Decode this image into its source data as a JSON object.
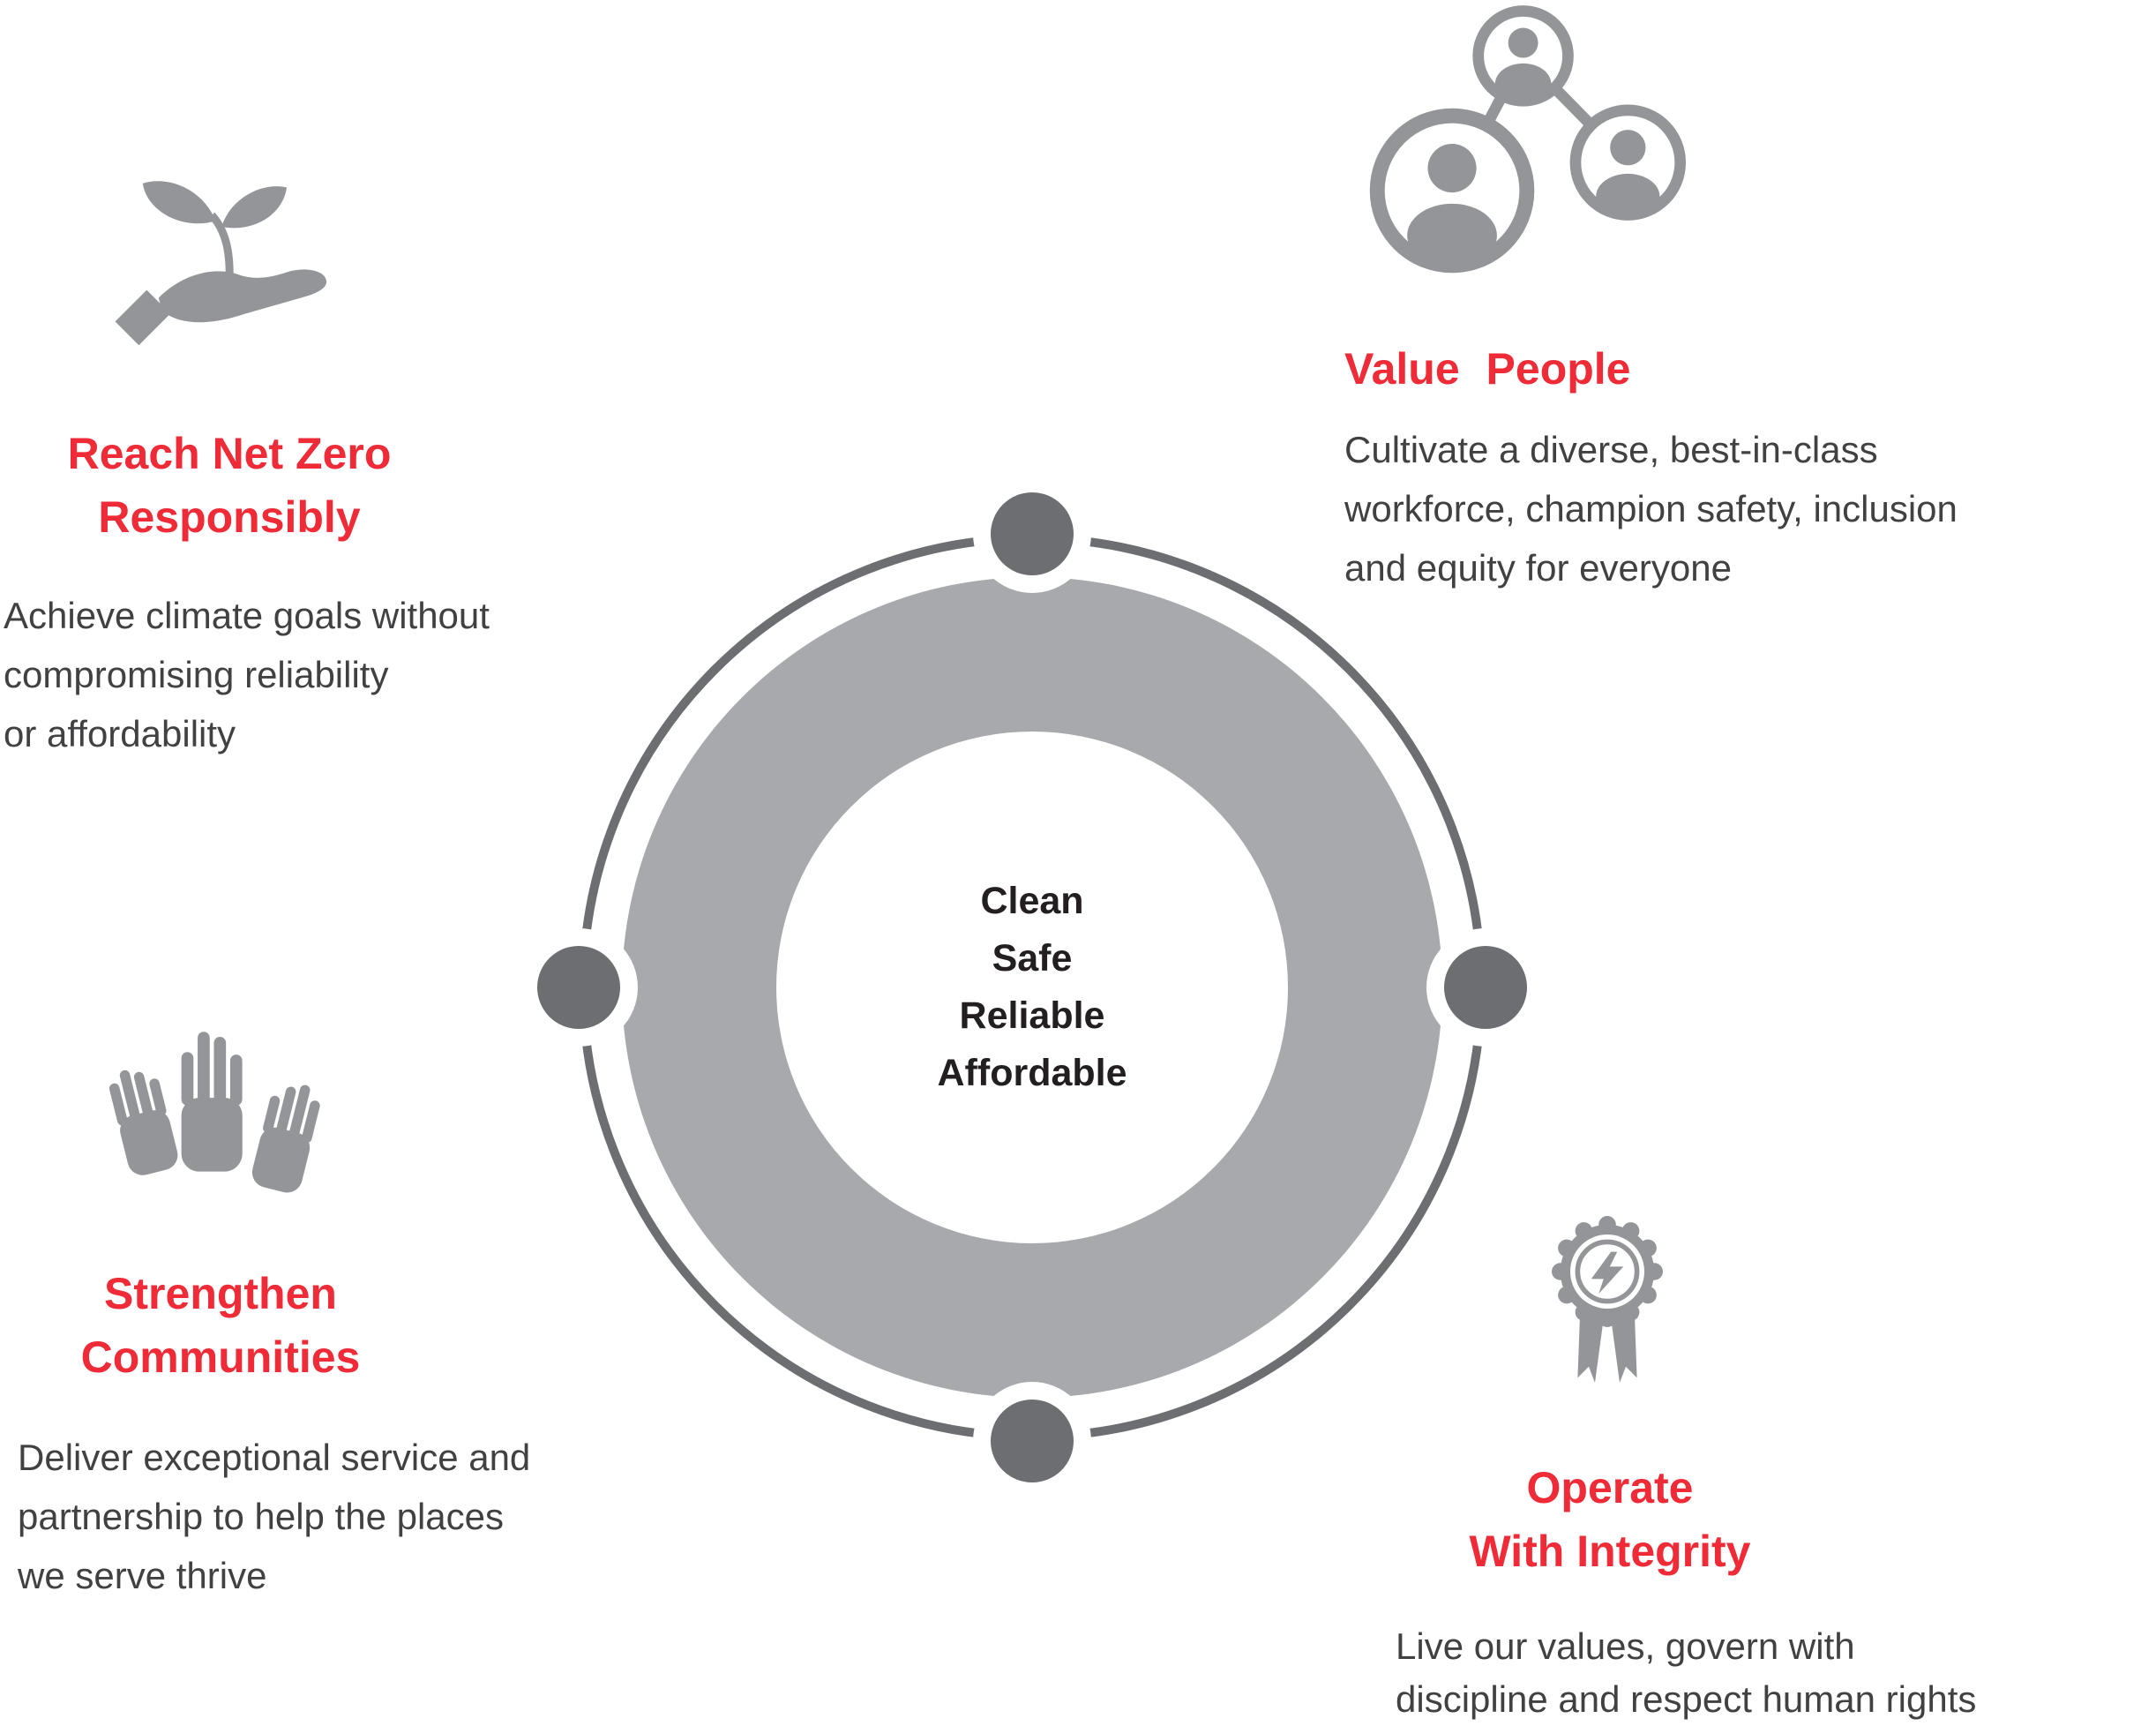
{
  "colors": {
    "accent_red": "#ee2b37",
    "icon_gray": "#939598",
    "ring_gray": "#6d6e71",
    "donut_gray": "#a7a9ac",
    "body_text": "#414042",
    "center_text": "#231f20"
  },
  "center_circle": {
    "lines": [
      "Clean",
      "Safe",
      "Reliable",
      "Affordable"
    ]
  },
  "sections": {
    "reach_net_zero": {
      "icon": "hand-seedling-icon",
      "title_line1": "Reach Net Zero",
      "title_line2": "Responsibly",
      "body": "Achieve climate goals without\ncompromising reliability\nor affordability"
    },
    "value_people": {
      "icon": "people-network-icon",
      "title_line1": "Value People",
      "body": "Cultivate a diverse, best-in-class\nworkforce, champion safety, inclusion\nand equity for everyone"
    },
    "strengthen_communities": {
      "icon": "raised-hands-icon",
      "title_line1": "Strengthen",
      "title_line2": "Communities",
      "body": "Deliver exceptional service and\npartnership to help the places\nwe serve thrive"
    },
    "operate_with_integrity": {
      "icon": "award-medal-icon",
      "title_line1": "Operate",
      "title_line2": "With Integrity",
      "body": "Live our values, govern with\ndiscipline and respect human rights"
    }
  }
}
